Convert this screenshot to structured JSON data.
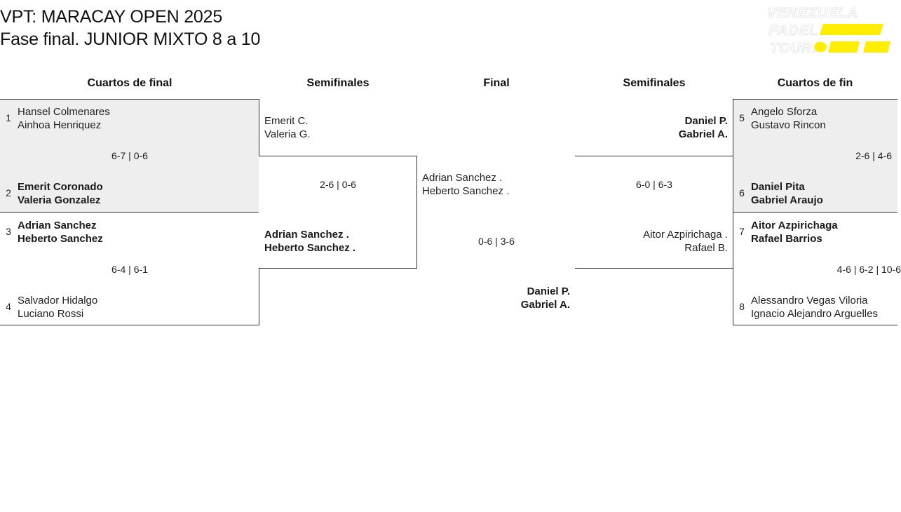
{
  "header": {
    "title_line1": "VPT: MARACAY OPEN 2025",
    "title_line2": "Fase final. JUNIOR MIXTO 8 a 10",
    "logo": {
      "line1": "VENEZUELA",
      "line2": "PADEL",
      "line3": "TOUR.",
      "accent_color": "#FFEE00"
    }
  },
  "rounds": [
    {
      "id": "qf-left",
      "label": "Cuartos de final"
    },
    {
      "id": "sf-left",
      "label": "Semifinales"
    },
    {
      "id": "final",
      "label": "Final"
    },
    {
      "id": "sf-right",
      "label": "Semifinales"
    },
    {
      "id": "qf-right",
      "label": "Cuartos de fin"
    }
  ],
  "matches": {
    "qf_left_1": {
      "top": {
        "seed": "1",
        "p1": "Hansel Colmenares",
        "p2": "Ainhoa Henriquez",
        "winner": false
      },
      "bottom": {
        "seed": "2",
        "p1": "Emerit Coronado",
        "p2": "Valeria Gonzalez",
        "winner": true
      },
      "score": "6-7 | 0-6"
    },
    "qf_left_2": {
      "top": {
        "seed": "3",
        "p1": "Adrian Sanchez",
        "p2": "Heberto Sanchez",
        "winner": true
      },
      "bottom": {
        "seed": "4",
        "p1": "Salvador Hidalgo",
        "p2": "Luciano Rossi",
        "winner": false
      },
      "score": "6-4 | 6-1"
    },
    "sf_left": {
      "top": {
        "p1": "Emerit C.",
        "p2": "Valeria G.",
        "winner": false
      },
      "bottom": {
        "p1": "Adrian Sanchez .",
        "p2": "Heberto Sanchez .",
        "winner": true
      },
      "score": "2-6 | 0-6"
    },
    "final": {
      "top": {
        "p1": "Adrian Sanchez .",
        "p2": "Heberto Sanchez .",
        "winner": false
      },
      "bottom": {
        "p1": "Daniel P.",
        "p2": "Gabriel A.",
        "winner": true
      },
      "score": "0-6 | 3-6"
    },
    "sf_right": {
      "top": {
        "p1": "Daniel P.",
        "p2": "Gabriel A.",
        "winner": true
      },
      "bottom": {
        "p1": "Aitor Azpirichaga .",
        "p2": "Rafael B.",
        "winner": false
      },
      "score": "6-0 | 6-3"
    },
    "qf_right_1": {
      "top": {
        "seed": "5",
        "p1": "Angelo Sforza",
        "p2": "Gustavo Rincon",
        "winner": false
      },
      "bottom": {
        "seed": "6",
        "p1": "Daniel Pita",
        "p2": "Gabriel Araujo",
        "winner": true
      },
      "score": "2-6 | 4-6"
    },
    "qf_right_2": {
      "top": {
        "seed": "7",
        "p1": "Aitor Azpirichaga",
        "p2": "Rafael Barrios",
        "winner": true
      },
      "bottom": {
        "seed": "8",
        "p1": "Alessandro Vegas Viloria",
        "p2": "Ignacio Alejandro Arguelles",
        "winner": false
      },
      "score": "4-6 | 6-2 | 10-6"
    }
  },
  "champion": {
    "p1": "Daniel P.",
    "p2": "Gabriel A."
  }
}
